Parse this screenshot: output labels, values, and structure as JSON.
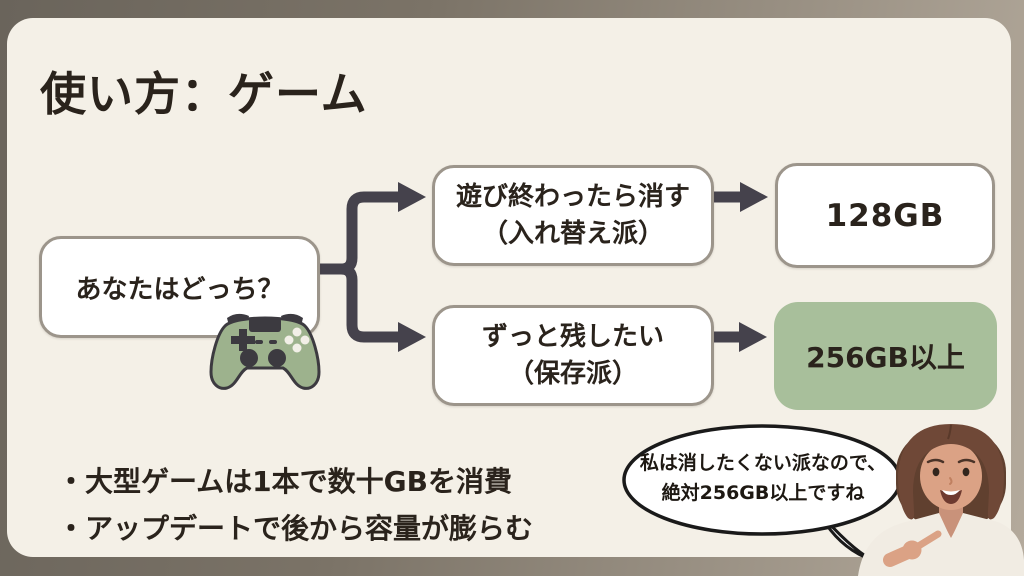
{
  "slide": {
    "title": "使い方：ゲーム",
    "flow": {
      "question": "あなたはどっち？",
      "branch1_line1": "遊び終わったら消す",
      "branch1_line2": "（入れ替え派）",
      "branch2_line1": "ずっと残したい",
      "branch2_line2": "（保存派）",
      "result1": "128GB",
      "result2": "256GB以上"
    },
    "notes": {
      "line1": "・大型ゲームは1本で数十GBを消費",
      "line2": "・アップデートで後から容量が膨らむ"
    },
    "speech_bubble": {
      "line1": "私は消したくない派なので、",
      "line2": "絶対256GB以上ですね"
    },
    "icons": {
      "controller": "game-controller-icon",
      "presenter": "presenter-character"
    },
    "colors": {
      "panel_bg": "#f4f0e7",
      "border_dark": "#6a645b",
      "border_light": "#b4aa9c",
      "box_border": "#9c958b",
      "accent_green": "#a8bf9b",
      "controller_green": "#9db28d",
      "connector": "#45424c",
      "text": "#2a231c"
    }
  }
}
